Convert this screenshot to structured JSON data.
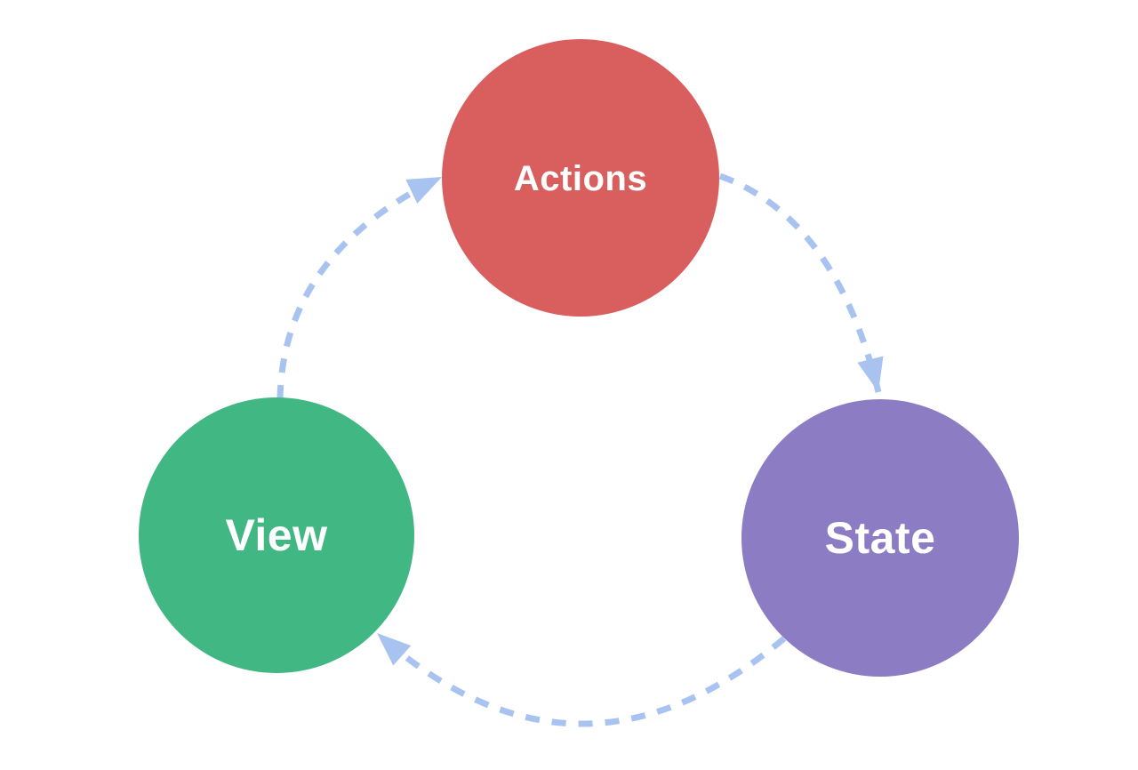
{
  "diagram": {
    "description": "Unidirectional data flow cycle diagram",
    "background_color": "#ffffff",
    "arrow_color": "#a9c3f1",
    "nodes": [
      {
        "id": "actions",
        "label": "Actions",
        "color": "#d95f5f",
        "text_color": "#ffffff"
      },
      {
        "id": "state",
        "label": "State",
        "color": "#8b7cc4",
        "text_color": "#ffffff"
      },
      {
        "id": "view",
        "label": "View",
        "color": "#41b783",
        "text_color": "#ffffff"
      }
    ],
    "edges": [
      {
        "from": "view",
        "to": "actions",
        "style": "dashed-arrow"
      },
      {
        "from": "actions",
        "to": "state",
        "style": "dashed-arrow"
      },
      {
        "from": "state",
        "to": "view",
        "style": "dashed-arrow"
      }
    ]
  }
}
